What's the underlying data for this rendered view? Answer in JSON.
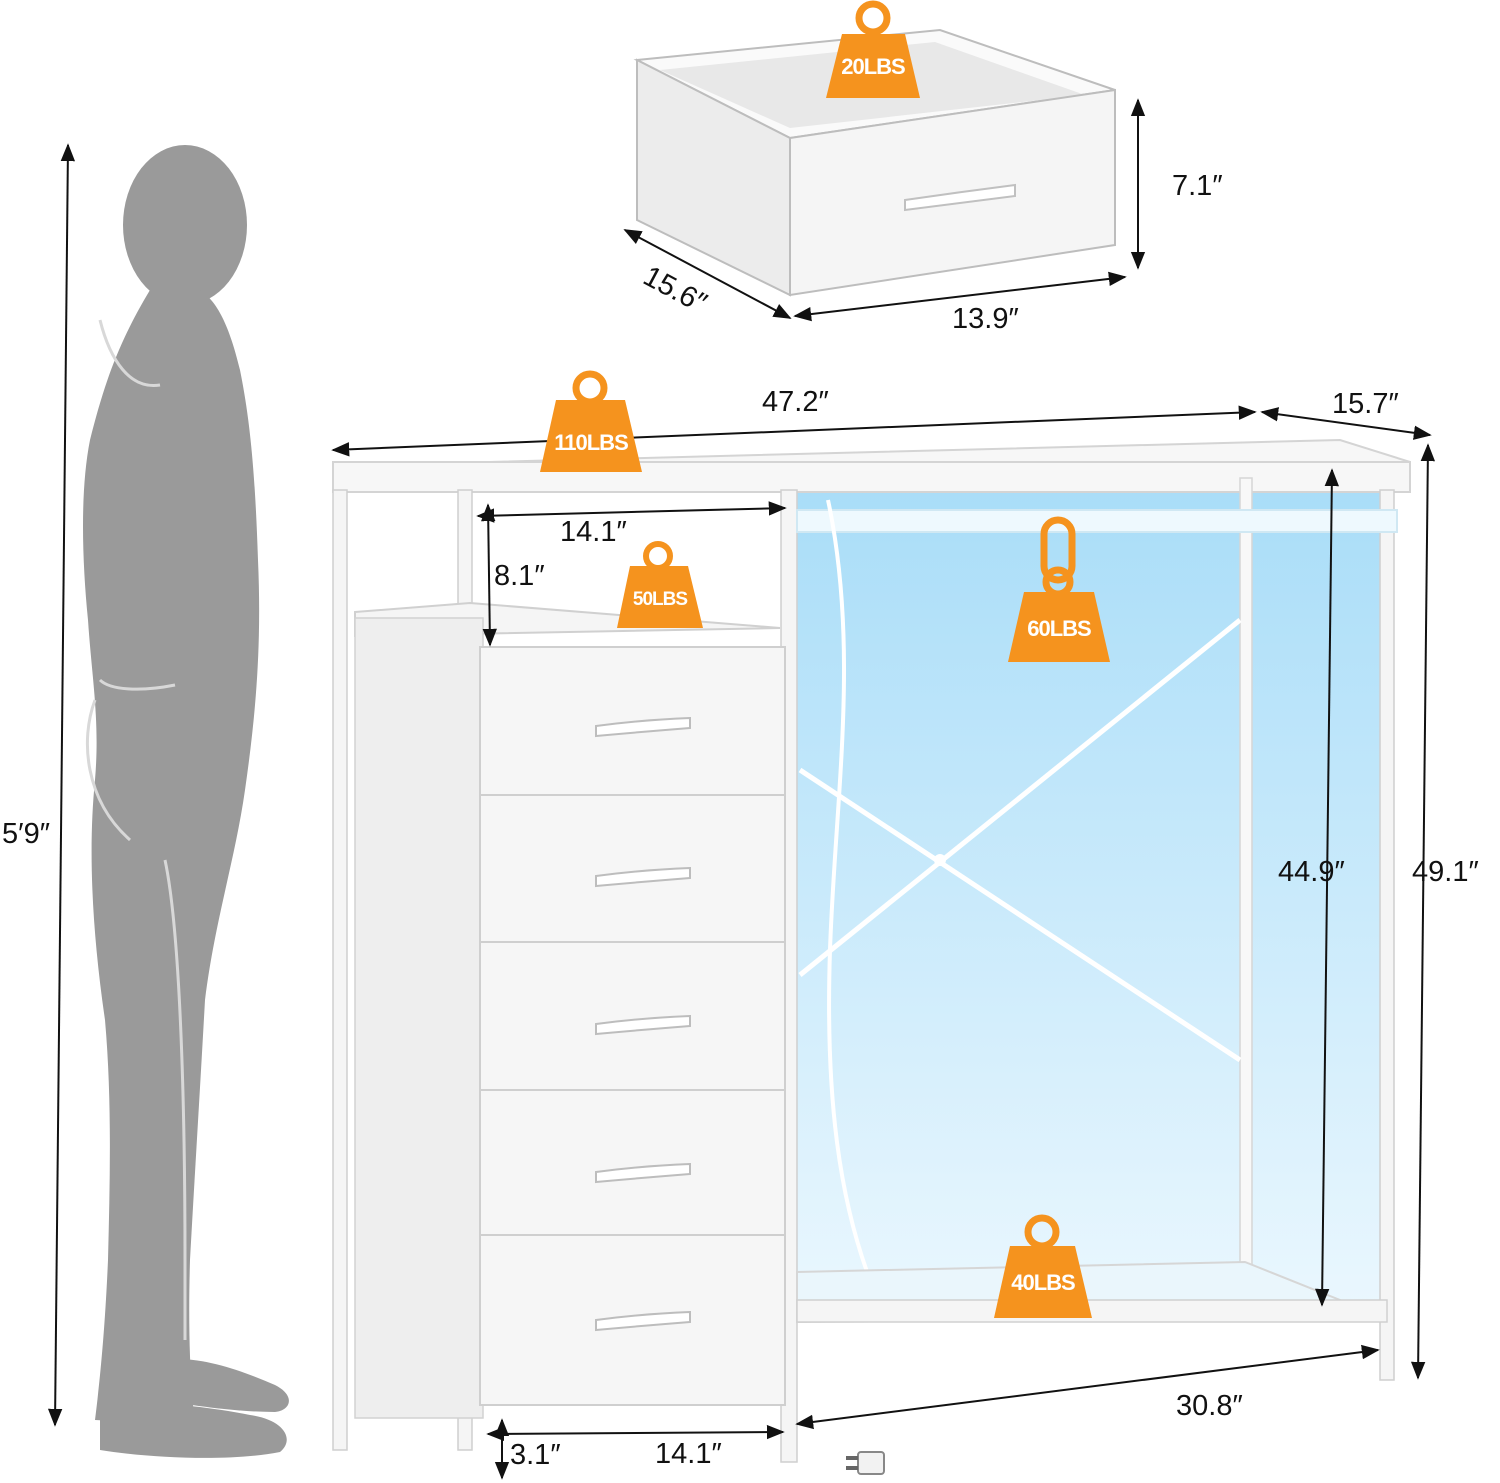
{
  "colors": {
    "weight_badge": "#f5931e",
    "silhouette": "#9a9a9a",
    "furniture": "#f3f3f3",
    "glow": "#b9e6fb",
    "dimension_line": "#111111"
  },
  "icons": {
    "weight": "weight-icon",
    "plug": "plug-icon",
    "chain": "chain-icon"
  },
  "drawer": {
    "weight": "20LBS",
    "height": "7.1″",
    "depth": "15.6″",
    "width": "13.9″"
  },
  "dresser": {
    "top_weight": "110LBS",
    "width": "47.2″",
    "depth": "15.7″",
    "shelf_width": "14.1″",
    "shelf_height": "8.1″",
    "shelf_weight": "50LBS",
    "rod_weight": "60LBS",
    "inner_height": "44.9″",
    "total_height": "49.1″",
    "bottom_shelf_weight": "40LBS",
    "open_width": "30.8″",
    "drawer_column_width": "14.1″",
    "leg_height": "3.1″"
  },
  "person": {
    "height": "5′9″"
  }
}
